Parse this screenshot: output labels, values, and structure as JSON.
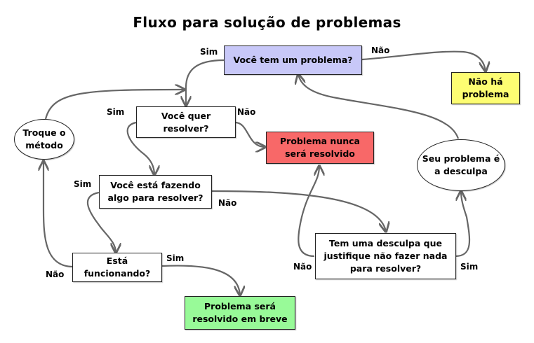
{
  "title": "Fluxo para solução de problemas",
  "colors": {
    "question": "#c8c8f8",
    "no_problem": "#fdfd72",
    "never_solved": "#f86868",
    "solved_soon": "#98fa98",
    "default": "#ffffff",
    "edge": "#666666"
  },
  "nodes": {
    "have_problem": "Você tem um problema?",
    "no_problem": "Não há problema",
    "want_solve": "Você quer resolver?",
    "never_solved": "Problema nunca será resolvido",
    "change_method": "Troque o método",
    "doing_something": "Você está fazendo algo para resolver?",
    "excuse_is_problem": "Seu problema é a desculpa",
    "have_excuse": "Tem uma desculpa que justifique não fazer nada para resolver?",
    "is_working": "Está funcionando?",
    "solved_soon": "Problema será resolvido em breve"
  },
  "edge_labels": {
    "have_problem_yes": "Sim",
    "have_problem_no": "Não",
    "want_solve_yes": "Sim",
    "want_solve_no": "Não",
    "doing_yes": "Sim",
    "doing_no": "Não",
    "working_yes": "Sim",
    "working_no": "Não",
    "excuse_yes": "Sim",
    "excuse_no": "Não"
  }
}
